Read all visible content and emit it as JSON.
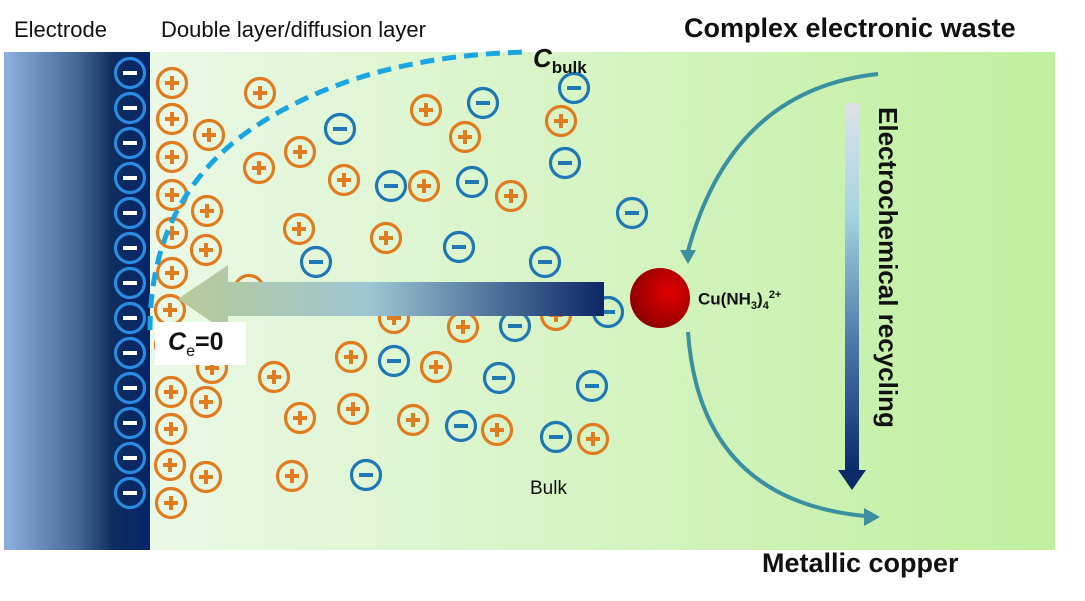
{
  "diagram": {
    "labels": {
      "electrode": "Electrode",
      "double_layer": "Double layer/diffusion layer",
      "source": "Complex electronic waste",
      "product": "Metallic copper",
      "bulk": "Bulk",
      "process": "Electrochemical recycling"
    },
    "c_bulk": {
      "symbol": "C",
      "subscript": "bulk"
    },
    "c_e": {
      "symbol": "C",
      "subscript": "e",
      "value": "=0"
    },
    "complex_ion": {
      "text": "Cu(NH",
      "sub": "3",
      "close": ")",
      "sub2": "4",
      "charge": "2+"
    },
    "colors": {
      "electrode_dark": "#0b2a5e",
      "electrode_light": "#8fb0de",
      "anion": "#1f77b4",
      "cation": "#e07b1f",
      "dashed_profile": "#1aa5e0",
      "cycle_arrow": "#3a8fa0",
      "cu_sphere": "#c00000",
      "background_left": "#eaf7e4",
      "background_right": "#bfeea0"
    },
    "ions": {
      "electrode_anions": 13,
      "cations_near_electrode": 17,
      "bulk_cations": 26,
      "bulk_anions": 20
    }
  }
}
